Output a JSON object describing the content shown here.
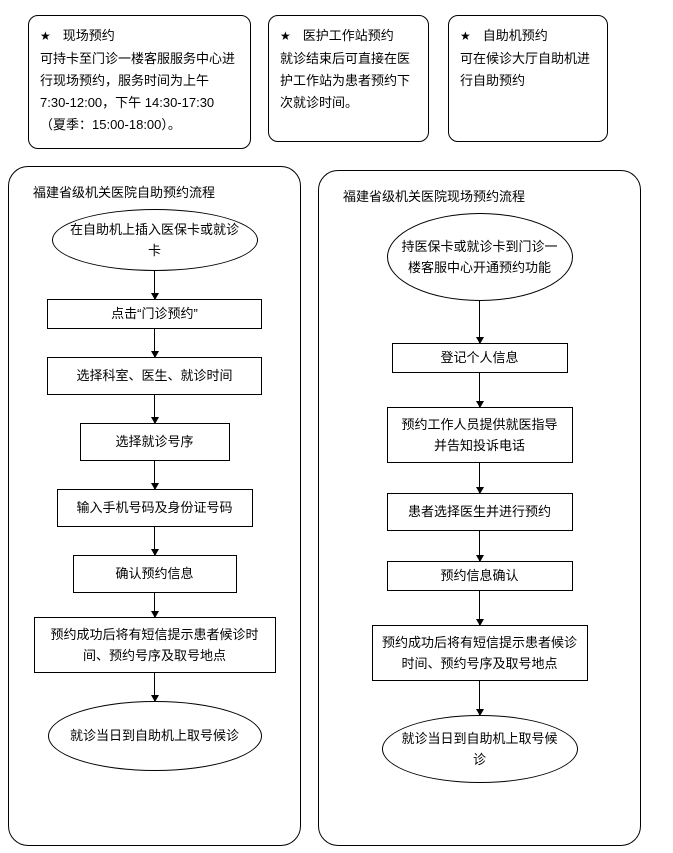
{
  "notes": [
    {
      "star": "★",
      "title": "现场预约",
      "body": "可持卡至门诊一楼客服服务中心进行现场预约，服务时间为上午 7:30-12:00，下午 14:30-17:30（夏季：15:00-18:00）。"
    },
    {
      "star": "★",
      "title": "医护工作站预约",
      "body": "就诊结束后可直接在医护工作站为患者预约下次就诊时间。"
    },
    {
      "star": "★",
      "title": "自助机预约",
      "body": "可在候诊大厅自助机进行自助预约"
    }
  ],
  "flowcharts": [
    {
      "title": "福建省级机关医院自助预约流程",
      "steps": [
        {
          "shape": "ellipse",
          "text": "在自助机上插入医保卡或就诊卡"
        },
        {
          "shape": "rect",
          "text": "点击“门诊预约”"
        },
        {
          "shape": "rect",
          "text": "选择科室、医生、就诊时间"
        },
        {
          "shape": "rect",
          "text": "选择就诊号序"
        },
        {
          "shape": "rect",
          "text": "输入手机号码及身份证号码"
        },
        {
          "shape": "rect",
          "text": "确认预约信息"
        },
        {
          "shape": "rect",
          "text": "预约成功后将有短信提示患者候诊时间、预约号序及取号地点"
        },
        {
          "shape": "ellipse",
          "text": "就诊当日到自助机上取号候诊"
        }
      ]
    },
    {
      "title": "福建省级机关医院现场预约流程",
      "steps": [
        {
          "shape": "ellipse",
          "text": "持医保卡或就诊卡到门诊一楼客服中心开通预约功能"
        },
        {
          "shape": "rect",
          "text": "登记个人信息"
        },
        {
          "shape": "rect",
          "text": "预约工作人员提供就医指导并告知投诉电话"
        },
        {
          "shape": "rect",
          "text": "患者选择医生并进行预约"
        },
        {
          "shape": "rect",
          "text": "预约信息确认"
        },
        {
          "shape": "rect",
          "text": "预约成功后将有短信提示患者候诊时间、预约号序及取号地点"
        },
        {
          "shape": "ellipse",
          "text": "就诊当日到自助机上取号候诊"
        }
      ]
    }
  ]
}
